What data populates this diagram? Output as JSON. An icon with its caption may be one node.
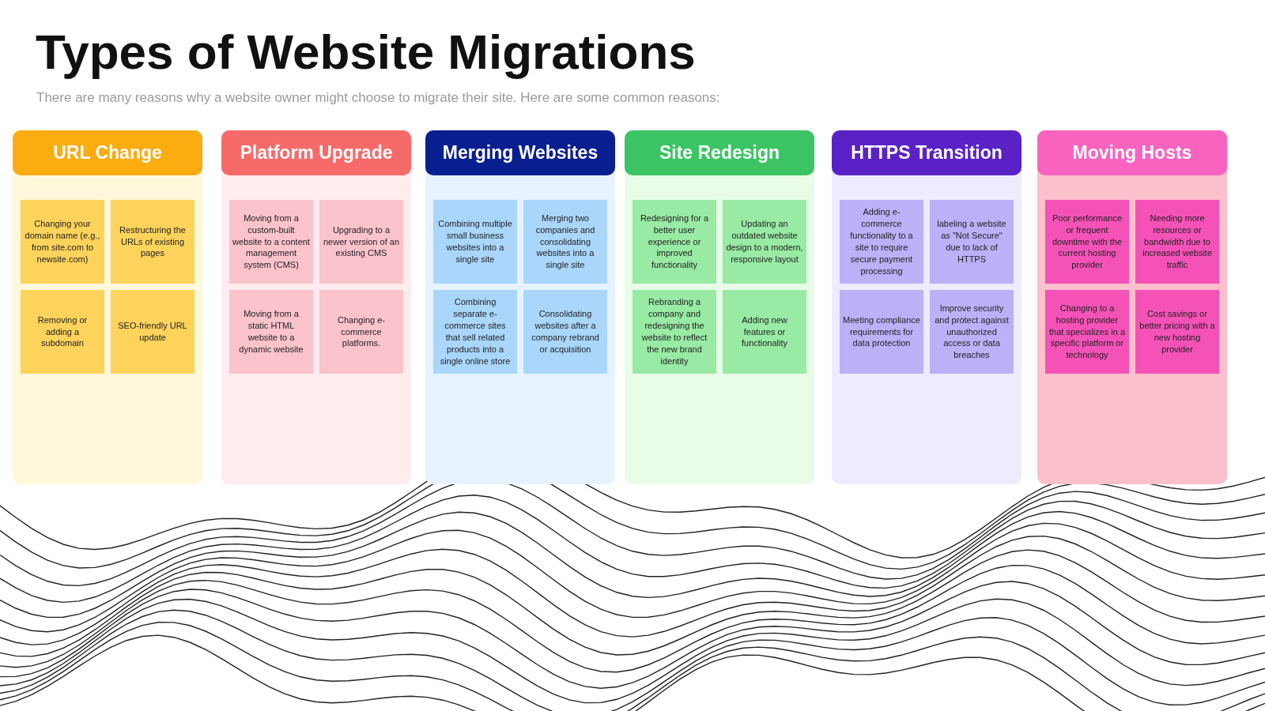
{
  "diagram": {
    "title": "Types of Website Migrations",
    "nodes": [
      {
        "text": [
          "URL Change"
        ]
      },
      {
        "text": [
          "Changing your domain name (e.g., from site.com to newsite.com)"
        ],
        "in": 0
      },
      {
        "text": [
          "Restructuring the URLs of existing pages"
        ],
        "in": 0
      },
      {
        "text": [
          "Removing or adding a subdomain"
        ],
        "in": 0
      },
      {
        "text": [
          "SEO-friendly URL update"
        ],
        "in": 0
      },
      {
        "text": [
          "Platform Upgrade"
        ]
      },
      {
        "text": [
          "Moving from a custom-built website to a content management system (CMS)"
        ],
        "in": 5
      },
      {
        "text": [
          "Upgrading to a newer version of an existing CMS"
        ],
        "in": 5
      },
      {
        "text": [
          "Moving from a static HTML website to a dynamic website"
        ],
        "in": 5
      },
      {
        "text": [
          "Changing e-commerce platforms."
        ],
        "in": 5
      },
      {
        "text": [
          "Merging Websites"
        ]
      },
      {
        "text": [
          "Combining multiple small business websites into a single site"
        ],
        "in": 10
      },
      {
        "text": [
          "Merging two companies and consolidating websites into a single site"
        ],
        "in": 10
      },
      {
        "text": [
          "Combining separate e-commerce sites that sell related products into a single online store"
        ],
        "in": 10
      },
      {
        "text": [
          "Consolidating websites after a company rebrand or acquisition"
        ],
        "in": 10
      },
      {
        "text": [
          "Site Redesign"
        ]
      },
      {
        "text": [
          "Redesigning for a better user experience or improved functionality"
        ],
        "in": 15
      },
      {
        "text": [
          "Updating an outdated website design to a modern, responsive layout"
        ],
        "in": 15
      },
      {
        "text": [
          "Rebranding a company and redesigning the website to reflect the new brand identity"
        ],
        "in": 15
      },
      {
        "text": [
          "Adding new features or functionality"
        ],
        "in": 15
      },
      {
        "text": [
          "HTTPS Transition"
        ]
      },
      {
        "text": [
          "Adding e-commerce functionality to a site to require secure payment processing"
        ],
        "in": 20
      },
      {
        "text": [
          "labeling a website as \"Not Secure\" due to lack of HTTPS"
        ],
        "in": 20
      },
      {
        "text": [
          "Meeting compliance requirements for data protection"
        ],
        "in": 20
      },
      {
        "text": [
          "Improve security and protect against unauthorized access or data breaches"
        ],
        "in": 20
      },
      {
        "text": [
          "Moving Hosts"
        ]
      },
      {
        "text": [
          "Poor performance or frequent downtime with the current hosting provider"
        ],
        "in": 25
      },
      {
        "text": [
          "Needing more resources or bandwidth due to increased website traffic"
        ],
        "in": 25
      },
      {
        "text": [
          "Changing to a hosting provider that specializes in a specific platform or technology"
        ],
        "in": 25
      },
      {
        "text": [
          "Cost savings or better pricing with a new hosting provider"
        ],
        "in": 25
      }
    ],
    "edges": [],
    "labels": [
      "There are many reasons why a website owner might choose to migrate their site. Here are some common reasons:"
    ]
  }
}
